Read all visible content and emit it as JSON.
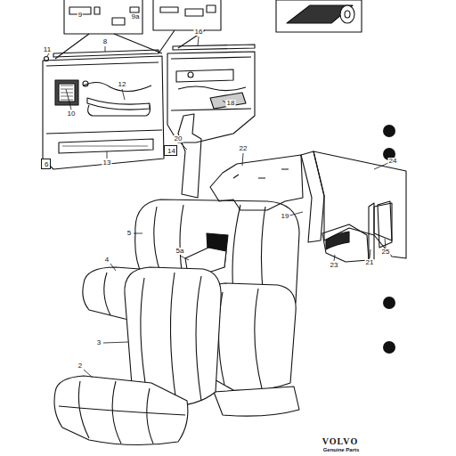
{
  "diagram": {
    "nodes": [
      {
        "text": [
          "6"
        ]
      },
      {
        "text": [
          "14"
        ]
      }
    ],
    "labels": [
      "11",
      "8",
      "9",
      "9a",
      "16",
      "12",
      "10",
      "13",
      "18",
      "20",
      "22",
      "24",
      "19",
      "21",
      "23",
      "25",
      "5",
      "5a",
      "4",
      "3",
      "2",
      "VOLVO",
      "Genuine Parts"
    ]
  }
}
